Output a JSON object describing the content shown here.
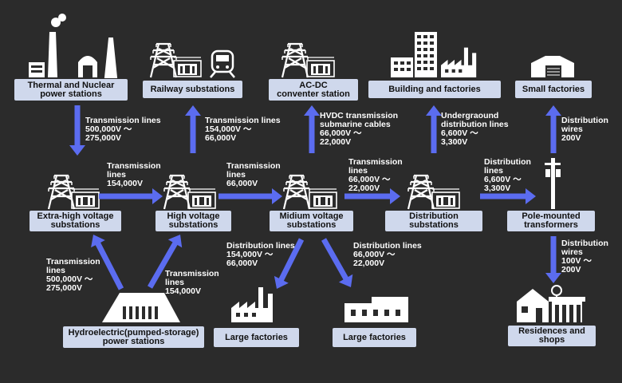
{
  "colors": {
    "background": "#2b2b2b",
    "arrow": "#5b6cf0",
    "label_bg": "#cfd8ec",
    "icon": "#ffffff"
  },
  "nodes": {
    "thermal": [
      "Thermal and Nuclear",
      "power stations"
    ],
    "railway": [
      "Railway substations"
    ],
    "acdc": [
      "AC-DC",
      "conventer station"
    ],
    "building": [
      "Building and factories"
    ],
    "small": [
      "Small factories"
    ],
    "extra_high": [
      "Extra-high voltage",
      "substations"
    ],
    "high": [
      "High voltage",
      "substations"
    ],
    "medium": [
      "Midium voltage",
      "substations"
    ],
    "distribution": [
      "Distribution",
      "substations"
    ],
    "pole": [
      "Pole-mounted",
      "transformers"
    ],
    "hydro": [
      "Hydroelectric(pumped-storage)",
      "power stations"
    ],
    "large1": [
      "Large factories"
    ],
    "large2": [
      "Large factories"
    ],
    "residences": [
      "Residences and",
      "shops"
    ]
  },
  "edges": {
    "thermal_to_extra": [
      "Transmission lines",
      "500,000V ～",
      "275,000V"
    ],
    "high_to_railway": [
      "Transmission lines",
      "154,000V ～",
      "66,000V"
    ],
    "medium_to_acdc": [
      "HVDC transmission",
      "submarine cables",
      "66,000V ～",
      "22,000V"
    ],
    "dist_to_building": [
      "Undergraound",
      "distribution lines",
      "6,600V ～",
      "3,300V"
    ],
    "pole_to_small": [
      "Distribution",
      "wires",
      "200V"
    ],
    "extra_to_high": [
      "Transmission",
      "lines",
      "154,000V"
    ],
    "high_to_medium": [
      "Transmission",
      "lines",
      "66,000V"
    ],
    "medium_to_dist": [
      "Transmission",
      "lines",
      "66,000V ～",
      "22,000V"
    ],
    "dist_to_pole": [
      "Distribution",
      "lines",
      "6,600V ～",
      "3,300V"
    ],
    "hydro_to_extra": [
      "Transmission",
      "lines",
      "500,000V ～",
      "275,000V"
    ],
    "hydro_to_high": [
      "Transmission",
      "lines",
      "154,000V"
    ],
    "medium_to_large1": [
      "Distribution lines",
      "154,000V ～",
      "66,000V"
    ],
    "medium_to_large2": [
      "Distribution lines",
      "66,000V ～",
      "22,000V"
    ],
    "pole_to_residences": [
      "Distribution",
      "wires",
      "100V ～",
      "200V"
    ]
  }
}
